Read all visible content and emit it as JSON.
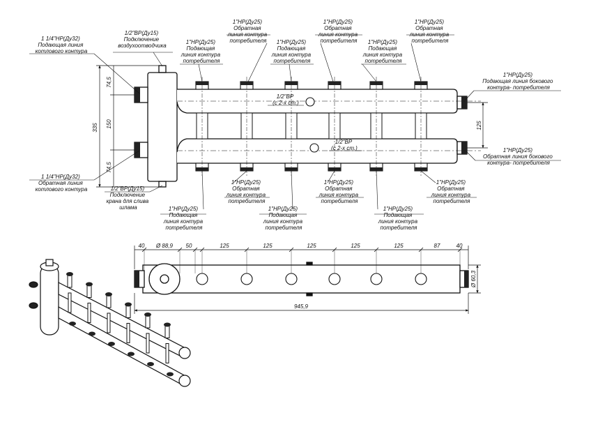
{
  "labels": {
    "inlet_supply": [
      "1 1/4\"НР(Ду32)",
      "Подающая линия",
      "котлового контура"
    ],
    "inlet_return": [
      "1 1/4\"НР(Ду32)",
      "Обратная линия",
      "котлового контура"
    ],
    "air_vent": [
      "1/2\"ВР(Ду15)",
      "Подключение",
      "воздухоотводчика"
    ],
    "drain": [
      "1/2\"ВР(Ду15)",
      "Подключение",
      "крана для слива",
      "шлама"
    ],
    "top_supply": [
      "1\"НР(Ду25)",
      "Подающая",
      "линия контура",
      "потребителя"
    ],
    "top_return": [
      "1\"НР(Ду25)",
      "Обратная",
      "линия контура",
      "потребителя"
    ],
    "bottom_supply": [
      "1\"НР(Ду25)",
      "Подающая",
      "линия контура",
      "потребителя"
    ],
    "bottom_return": [
      "1\"НР(Ду25)",
      "Обратная",
      "линия контура",
      "потребителя"
    ],
    "side_supply": [
      "1\"НР(Ду25)",
      "Подающая линия бокового",
      "контура- потребителя"
    ],
    "side_return": [
      "1\"НР(Ду25)",
      "Обратная линия бокового",
      "контура- потребителя"
    ],
    "port_top": [
      "1/2\"ВР",
      "(с 2-х ст.)"
    ],
    "port_bottom": [
      "1/2\"ВР",
      "(с 2-х ст.)"
    ]
  },
  "dimensions": {
    "left_height": "335",
    "left_upper": "74,5",
    "left_middle": "150",
    "left_lower": "74,5",
    "right_spacing": "125",
    "top_chain": [
      "40",
      "Ø 88,9",
      "50",
      "125",
      "125",
      "125",
      "125",
      "125",
      "87",
      "40"
    ],
    "overall_length": "945,9",
    "pipe_diameter": "Ø 60,3"
  }
}
